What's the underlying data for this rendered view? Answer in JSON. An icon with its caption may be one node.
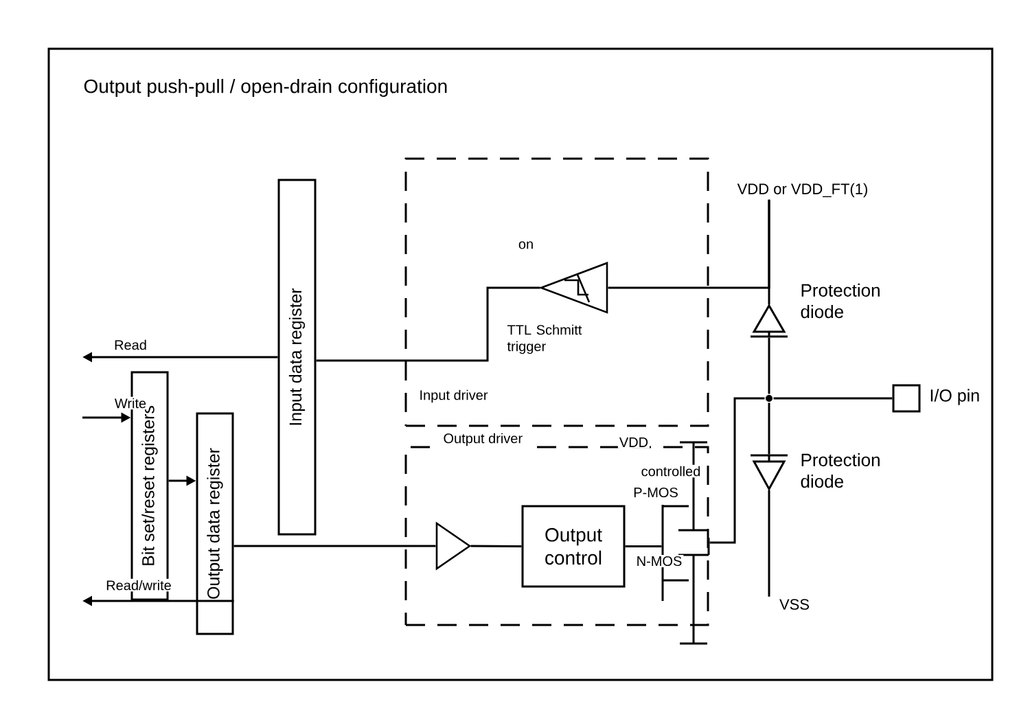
{
  "diagram": {
    "title": "Output push-pull / open-drain configuration",
    "nodes": [
      {
        "text": [
          "Bit set/reset registers"
        ]
      },
      {
        "text": [
          "Output data register"
        ]
      },
      {
        "text": [
          "Input data register"
        ]
      },
      {
        "text": [
          "Input driver"
        ]
      },
      {
        "text": [],
        "shape": "triangle",
        "in": 3,
        "beside": [
          "on",
          "TTL Schmitt trigger"
        ]
      },
      {
        "text": [
          "Output driver"
        ]
      },
      {
        "text": [],
        "shape": "triangle",
        "in": 5
      },
      {
        "text": [
          "Output control"
        ],
        "in": 5
      },
      {
        "text": [],
        "shape": "transistor"
      },
      {
        "text": [
          "VDD or VDD_FT(1)"
        ]
      },
      {
        "text": [],
        "shape": "diode",
        "beside": [
          "Protection diode"
        ]
      },
      {
        "text": [],
        "shape": "dot"
      },
      {
        "text": [],
        "shape": "box",
        "beside": [
          "I/O pin"
        ]
      },
      {
        "text": [],
        "shape": "diode",
        "beside": [
          "Protection diode"
        ]
      },
      {
        "text": [
          "VSS"
        ]
      }
    ],
    "edges": [
      {
        "from": 2,
        "to": null,
        "arrow": "to",
        "label": "Read"
      },
      {
        "from": null,
        "to": 0,
        "arrow": "to",
        "label": "Write"
      },
      {
        "from": 0,
        "to": 1,
        "arrow": "to"
      },
      {
        "from": 1,
        "to": null,
        "arrow": "to",
        "label": "Read/write"
      },
      {
        "from": 4,
        "to": 2,
        "arrow": "none"
      },
      {
        "from": 1,
        "to": 6,
        "arrow": "none"
      },
      {
        "from": 6,
        "to": 7,
        "arrow": "none"
      },
      {
        "from": 7,
        "to": 8,
        "arrow": "none"
      },
      {
        "from": 8,
        "to": 11,
        "arrow": "none"
      },
      {
        "from": 9,
        "to": 4,
        "arrow": "none"
      },
      {
        "from": 9,
        "to": 10,
        "arrow": "none"
      },
      {
        "from": 10,
        "to": 11,
        "arrow": "none"
      },
      {
        "from": 11,
        "to": 12,
        "arrow": "none"
      },
      {
        "from": 11,
        "to": 13,
        "arrow": "none"
      },
      {
        "from": 13,
        "to": 14,
        "arrow": "none"
      }
    ],
    "labels": [
      "VDD",
      "controlled",
      "P-MOS",
      "N-MOS"
    ]
  }
}
